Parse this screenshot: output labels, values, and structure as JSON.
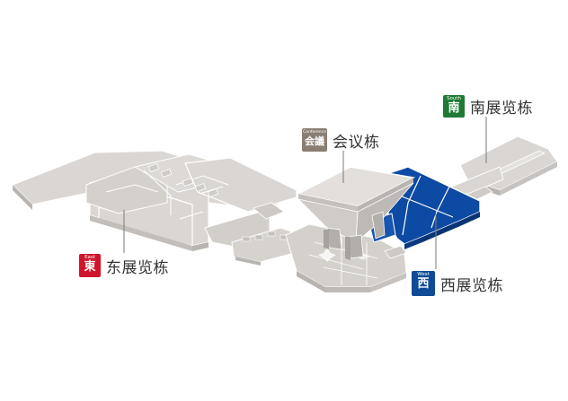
{
  "labels": {
    "south": {
      "badge_en": "South",
      "badge_zh": "南",
      "name": "南展览栋",
      "color": "#1e7a35"
    },
    "conference": {
      "badge_en": "Conference",
      "badge_zh": "会議",
      "name": "会议栋",
      "color": "#8a7e72"
    },
    "east": {
      "badge_en": "East",
      "badge_zh": "東",
      "name": "东展览栋",
      "color": "#d0142c"
    },
    "west": {
      "badge_en": "West",
      "badge_zh": "西",
      "name": "西展览栋",
      "color": "#104b96"
    }
  },
  "colors": {
    "building_top": "#d9d6d3",
    "building_side": "#b8b4b0",
    "building_edge": "#ffffff",
    "highlight_top": "#0d4aa3",
    "highlight_edge": "#ffffff",
    "leader_line": "#7a7a7a"
  }
}
